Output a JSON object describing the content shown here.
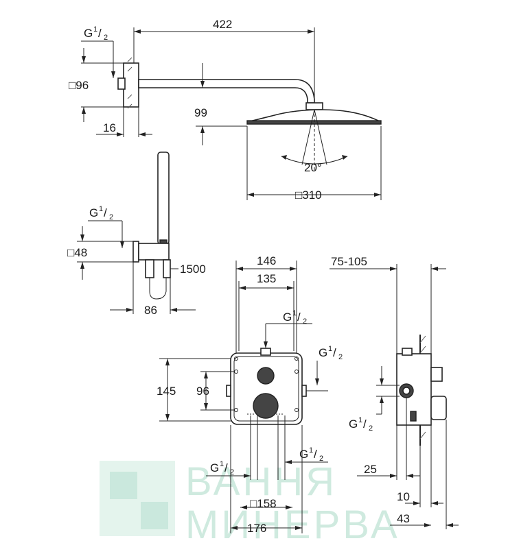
{
  "watermark": {
    "line1": "ВАННЯ",
    "line2": "МИНЕРВА"
  },
  "labels": {
    "g_main": "G",
    "g_sup": "1",
    "g_frac": "/",
    "g_den": "2",
    "arm_length": "422",
    "wall_flange": "□96",
    "flange_depth": "16",
    "head_drop": "99",
    "spray_angle": "20°",
    "head_size": "□310",
    "holder_flange": "□48",
    "hose_length": "1500",
    "holder_depth": "86",
    "body_width_outer": "146",
    "body_width_inner": "135",
    "body_height": "145",
    "body_hole_spacing": "96",
    "install_depth": "75-105",
    "depth_25": "25",
    "depth_10": "10",
    "depth_43": "43",
    "plate_inner": "□158",
    "plate_outer": "176"
  }
}
